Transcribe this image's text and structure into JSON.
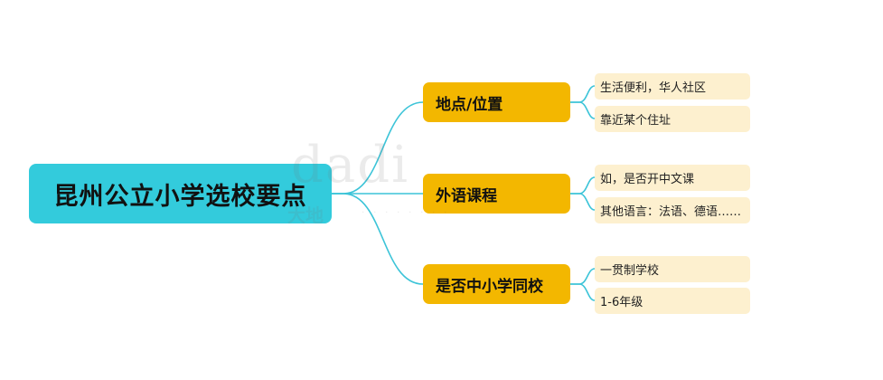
{
  "root": {
    "label": "昆州公立小学选校要点"
  },
  "branches": [
    {
      "label": "地点/位置",
      "leaves": [
        "生活便利，华人社区",
        "靠近某个住址"
      ]
    },
    {
      "label": "外语课程",
      "leaves": [
        "如，是否开中文课",
        "其他语言：法语、德语……"
      ]
    },
    {
      "label": "是否中小学同校",
      "leaves": [
        "一贯制学校",
        "1-6年级"
      ]
    }
  ],
  "colors": {
    "root": "#33cbdc",
    "branch": "#f3b700",
    "leaf": "#fdf0cf",
    "connector": "#3cc4d8"
  }
}
